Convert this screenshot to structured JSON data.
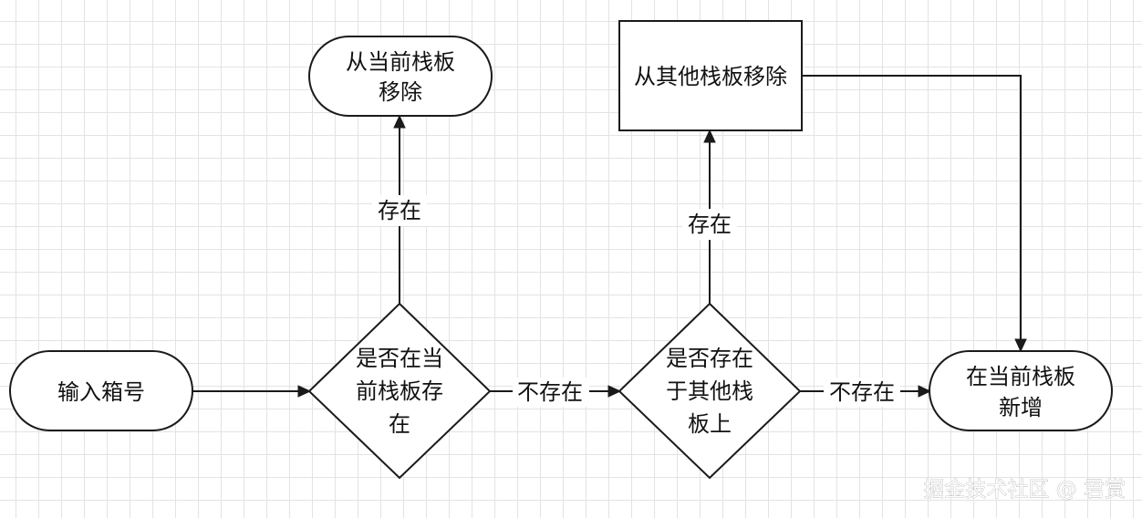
{
  "nodes": {
    "input": {
      "lines": [
        "输入箱号"
      ]
    },
    "check_current": {
      "lines": [
        "是否在当",
        "前栈板存",
        "在"
      ]
    },
    "remove_current": {
      "lines": [
        "从当前栈板",
        "移除"
      ]
    },
    "check_other": {
      "lines": [
        "是否存在",
        "于其他栈",
        "板上"
      ]
    },
    "remove_other": {
      "lines": [
        "从其他栈板移除"
      ]
    },
    "add_current": {
      "lines": [
        "在当前栈板",
        "新增"
      ]
    }
  },
  "edge_labels": {
    "exists_1": "存在",
    "not_exists_1": "不存在",
    "exists_2": "存在",
    "not_exists_2": "不存在"
  },
  "watermark": "掘金技术社区 @ 君赏"
}
